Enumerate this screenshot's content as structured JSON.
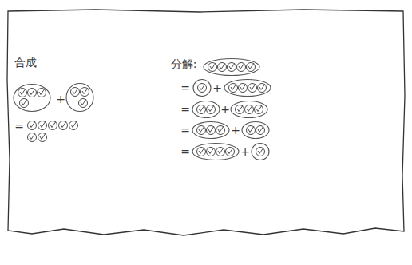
{
  "diagram": {
    "labels": [
      "合成",
      "+",
      "=",
      "分解:",
      "=",
      "+",
      "=",
      "+",
      "=",
      "+",
      "=",
      "+"
    ]
  }
}
